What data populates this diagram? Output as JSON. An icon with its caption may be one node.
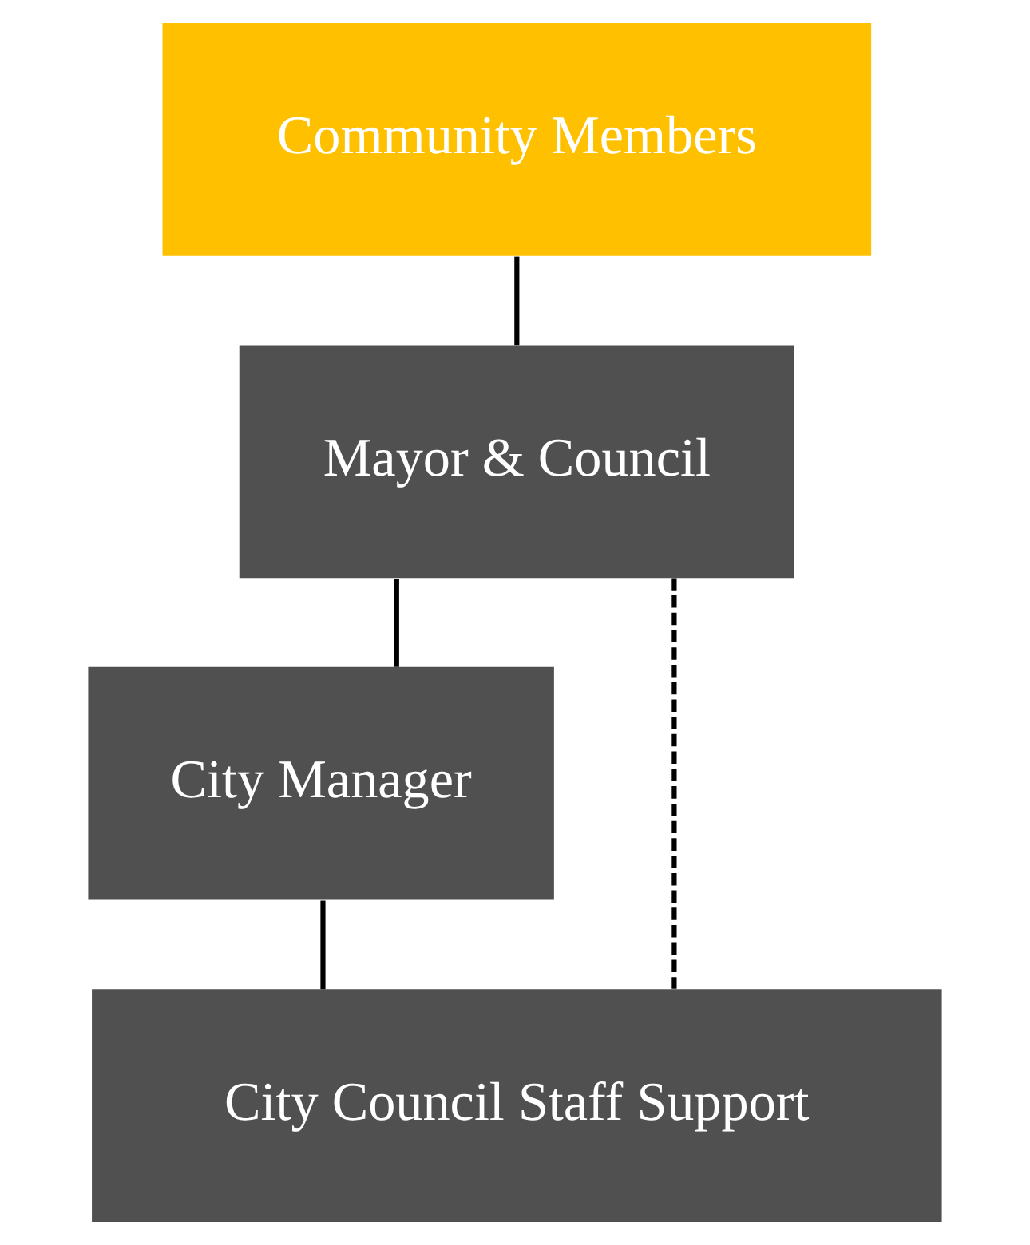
{
  "diagram": {
    "nodes": [
      {
        "text": [
          "Community Members"
        ]
      },
      {
        "text": [
          "Mayor & Council"
        ]
      },
      {
        "text": [
          "City Manager"
        ]
      },
      {
        "text": [
          "City Council Staff Support"
        ]
      }
    ],
    "edges": [
      {
        "from": 0,
        "to": 1,
        "arrow": "none"
      },
      {
        "from": 1,
        "to": 2,
        "arrow": "none"
      },
      {
        "from": 1,
        "to": 3,
        "arrow": "none",
        "style": "dashed"
      },
      {
        "from": 2,
        "to": 3,
        "arrow": "none"
      }
    ]
  }
}
